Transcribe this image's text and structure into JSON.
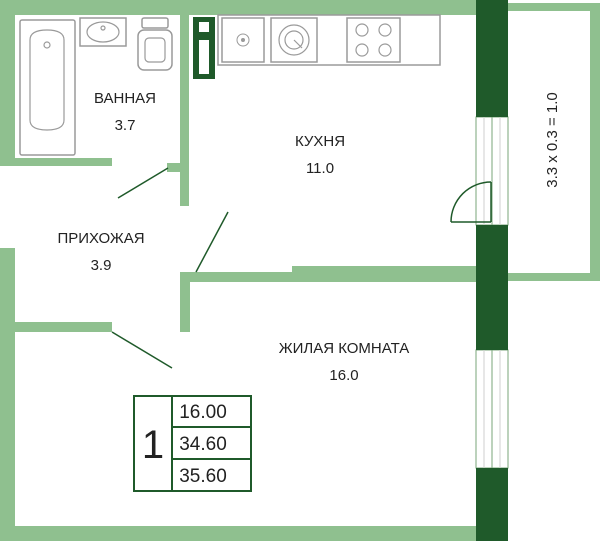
{
  "rooms": {
    "bathroom": {
      "name": "ВАННАЯ",
      "area": "3.7"
    },
    "kitchen": {
      "name": "КУХНЯ",
      "area": "11.0"
    },
    "hallway": {
      "name": "ПРИХОЖАЯ",
      "area": "3.9"
    },
    "living": {
      "name": "ЖИЛАЯ КОМНАТА",
      "area": "16.0"
    }
  },
  "balcony": {
    "dimension": "3.3 x 0.3 = 1.0"
  },
  "summary": {
    "rooms_count": "1",
    "living_area": "16.00",
    "total_area": "34.60",
    "total_with_balcony": "35.60"
  },
  "colors": {
    "wall": "#8fc08f",
    "pillar": "#1f5a2a"
  }
}
